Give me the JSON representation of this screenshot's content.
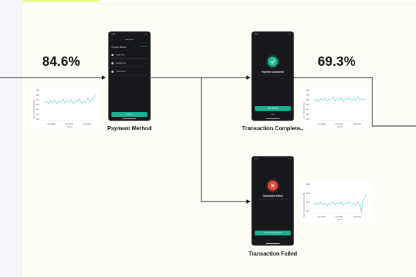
{
  "metrics": {
    "left": "84.6%",
    "right": "69.3%"
  },
  "phones": {
    "payment": {
      "time": "9:41",
      "signal": "•••",
      "title": "Payment",
      "back": "←",
      "section": "Payment Method",
      "add": "Add New",
      "items": [
        "Apple Pay",
        "Google Pay",
        "Credit Card"
      ],
      "button": "Confirm"
    },
    "completed": {
      "time": "9:41",
      "signal": "•••",
      "title": "Payment Completed",
      "button": "View Receipt",
      "link": "Done"
    },
    "failed": {
      "time": "9:41",
      "signal": "•••",
      "title": "Transaction Failed",
      "button": "Select Another Method"
    }
  },
  "captions": {
    "payment": "Payment Method",
    "completed": "Transaction Completed",
    "failed": "Transaction Failed"
  },
  "charts": {
    "left": {
      "ylabel": "Avg. Processing time",
      "xlabel": "Week",
      "yticks": [
        "40s",
        "35s",
        "30s",
        "25s",
        "20s",
        "15s",
        "10s"
      ],
      "xticks": [
        "Jun 2024",
        "Jul 2024",
        "Jul 2024"
      ]
    },
    "right": {
      "ylabel": "Avg. Pending time",
      "xlabel": "Week",
      "yticks": [
        "40s",
        "35s",
        "30s",
        "25s",
        "20s",
        "15s",
        "10s"
      ],
      "xticks": [
        "Jun 2024",
        "Jul 2024",
        "Jul 2024"
      ]
    },
    "failed": {
      "ylabel": "Avg. Transaction Drop-offs",
      "xlabel": "Week",
      "yticks": [
        "30%",
        "20%",
        "10%",
        "0%"
      ],
      "xticks": [
        "Jun 2024",
        "Jul 2024",
        "Jul 2024"
      ]
    }
  },
  "colors": {
    "accent": "#1ab193",
    "success": "#1fbf98",
    "error": "#e8483e",
    "line": "#3cc6c0"
  },
  "icons": {
    "check": "check-icon",
    "cross": "close-icon"
  }
}
